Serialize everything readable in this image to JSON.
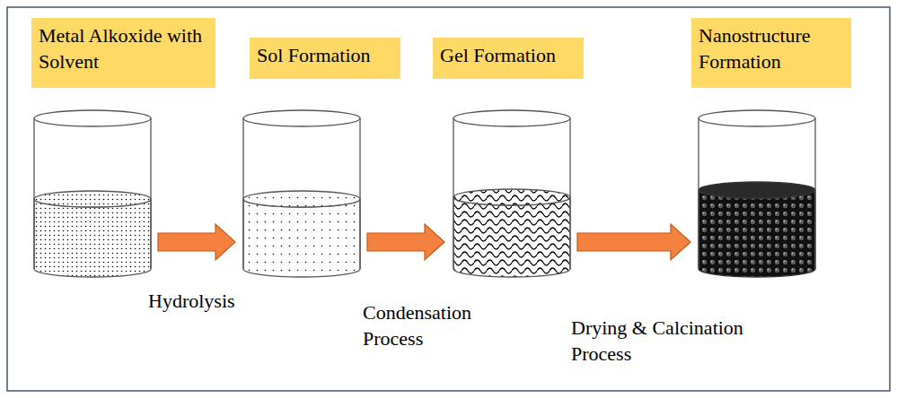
{
  "diagram": {
    "nodes": [
      {
        "text": [
          "Metal Alkoxide with Solvent"
        ]
      },
      {
        "text": [
          "Sol Formation"
        ]
      },
      {
        "text": [
          "Gel Formation"
        ]
      },
      {
        "text": [
          "Nanostructure Formation"
        ]
      }
    ],
    "labels": [
      "Hydrolysis",
      "Condensation Process",
      "Drying & Calcination Process"
    ]
  }
}
